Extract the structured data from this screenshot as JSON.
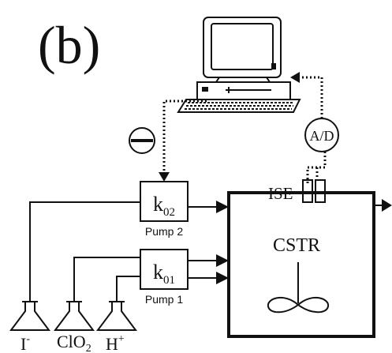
{
  "panel_label": "(b)",
  "reactor": {
    "label": "CSTR"
  },
  "sensor": {
    "label": "ISE"
  },
  "converter": {
    "label": "A/D"
  },
  "pumps": [
    {
      "rate_label": "k",
      "rate_subscript": "02",
      "name": "Pump 2"
    },
    {
      "rate_label": "k",
      "rate_subscript": "01",
      "name": "Pump 1"
    }
  ],
  "reservoirs": [
    {
      "label": "I",
      "superscript": "-"
    },
    {
      "label": "ClO",
      "subscript": "2"
    },
    {
      "label": "H",
      "superscript": "+"
    }
  ],
  "controller_symbol": "minus"
}
